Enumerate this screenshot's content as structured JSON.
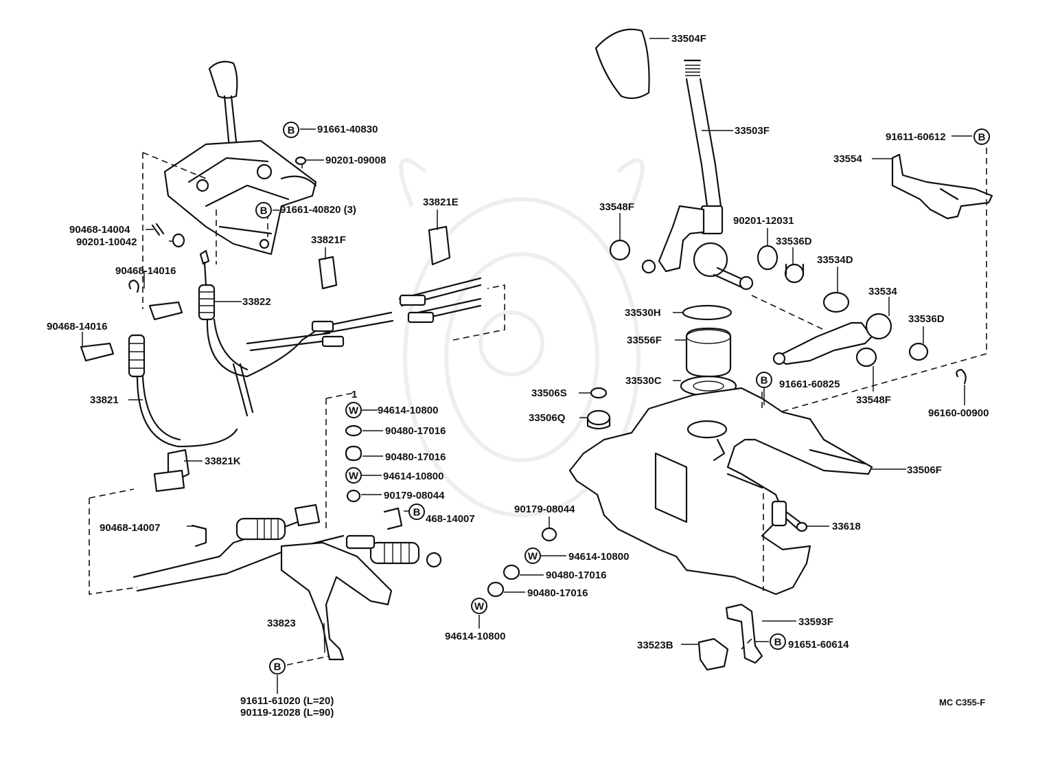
{
  "diagram_code": "MC C355-F",
  "symbols": {
    "bolt_marker": "B",
    "washer_marker": "W"
  },
  "labels": {
    "p33504F": "33504F",
    "p33503F": "33503F",
    "p91661_40830": "91661-40830",
    "p90201_09008": "90201-09008",
    "p91661_40820": "91661-40820 (3)",
    "p90468_14004": "90468-14004",
    "p90201_10042": "90201-10042",
    "p90468_14016a": "90468-14016",
    "p90468_14016b": "90468-14016",
    "p33822": "33822",
    "p33821": "33821",
    "p33821E": "33821E",
    "p33821F": "33821F",
    "p33821K": "33821K",
    "p33548Fa": "33548F",
    "p90201_12031": "90201-12031",
    "p33536Da": "33536D",
    "p33534D": "33534D",
    "p33534": "33534",
    "p33536Db": "33536D",
    "p33530H": "33530H",
    "p33556F": "33556F",
    "p33530C": "33530C",
    "p91661_60825": "91661-60825",
    "p33548Fb": "33548F",
    "p96160_00900": "96160-00900",
    "p91611_60612": "91611-60612",
    "p33554": "33554",
    "p33506S": "33506S",
    "p33506Q": "33506Q",
    "p33506F": "33506F",
    "p33618": "33618",
    "p94614_10800a": "94614-10800",
    "p90480_17016a": "90480-17016",
    "p90480_17016b": "90480-17016",
    "p94614_10800b": "94614-10800",
    "p90179_08044a": "90179-08044",
    "p468_14007": "468-14007",
    "p90468_14007": "90468-14007",
    "p90179_08044b": "90179-08044",
    "p94614_10800c": "94614-10800",
    "p90480_17016c": "90480-17016",
    "p90480_17016d": "90480-17016",
    "p94614_10800d": "94614-10800",
    "p33823": "33823",
    "p91611_61020": "91611-61020 (L=20)",
    "p90119_12028": "90119-12028 (L=90)",
    "p33593F": "33593F",
    "p33523B": "33523B",
    "p91651_60614": "91651-60614",
    "p_one": "1"
  }
}
